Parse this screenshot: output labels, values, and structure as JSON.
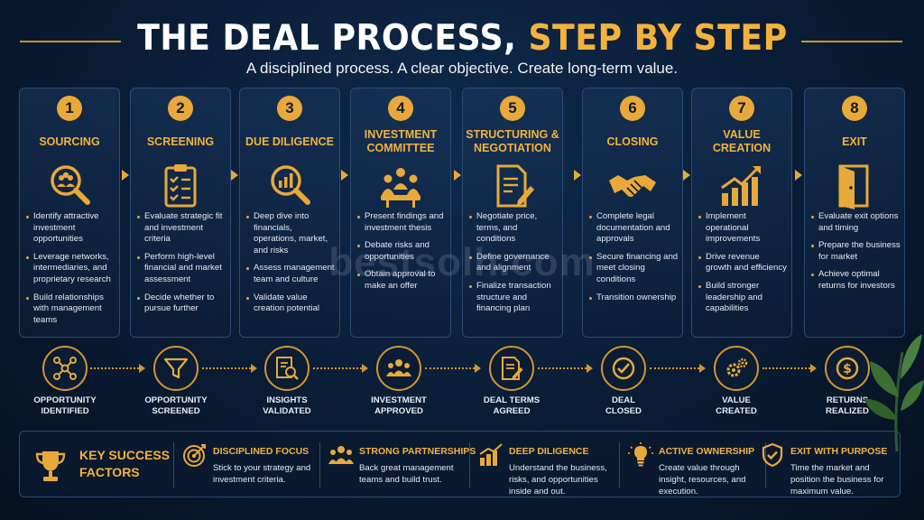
{
  "header": {
    "title_main": "THE DEAL PROCESS,",
    "title_accent": "STEP BY STEP",
    "subtitle": "A disciplined process. A clear objective. Create long-term value."
  },
  "watermark": "bestsolh.com",
  "colors": {
    "accent": "#f3b23c",
    "background": "#0a1c35",
    "card_border": "#2c4c74"
  },
  "steps": [
    {
      "number": "1",
      "title": "SOURCING",
      "icon": "magnifier-people-icon",
      "bullets": [
        "Identify attractive investment opportunities",
        "Leverage networks, intermediaries, and proprietary research",
        "Build relationships with management teams"
      ]
    },
    {
      "number": "2",
      "title": "SCREENING",
      "icon": "clipboard-checklist-icon",
      "bullets": [
        "Evaluate strategic fit and investment criteria",
        "Perform high-level financial and market assessment",
        "Decide whether to pursue further"
      ]
    },
    {
      "number": "3",
      "title": "DUE DILIGENCE",
      "icon": "magnifier-chart-icon",
      "bullets": [
        "Deep dive into financials, operations, market, and risks",
        "Assess management team and culture",
        "Validate value creation potential"
      ]
    },
    {
      "number": "4",
      "title": "INVESTMENT COMMITTEE",
      "icon": "meeting-table-icon",
      "bullets": [
        "Present findings and investment thesis",
        "Debate risks and opportunities",
        "Obtain approval to make an offer"
      ]
    },
    {
      "number": "5",
      "title": "STRUCTURING & NEGOTIATION",
      "icon": "document-pen-icon",
      "bullets": [
        "Negotiate price, terms, and conditions",
        "Define governance and alignment",
        "Finalize transaction structure and financing plan"
      ]
    },
    {
      "number": "6",
      "title": "CLOSING",
      "icon": "handshake-icon",
      "bullets": [
        "Complete legal documentation and approvals",
        "Secure financing and meet closing conditions",
        "Transition ownership"
      ]
    },
    {
      "number": "7",
      "title": "VALUE CREATION",
      "icon": "growth-chart-icon",
      "bullets": [
        "Implement operational improvements",
        "Drive revenue growth and efficiency",
        "Build stronger leadership and capabilities"
      ]
    },
    {
      "number": "8",
      "title": "EXIT",
      "icon": "door-exit-icon",
      "bullets": [
        "Evaluate exit options and timing",
        "Prepare the business for market",
        "Achieve optimal returns for investors"
      ]
    }
  ],
  "milestones": [
    {
      "line1": "OPPORTUNITY",
      "line2": "IDENTIFIED",
      "icon": "network-nodes-icon"
    },
    {
      "line1": "OPPORTUNITY",
      "line2": "SCREENED",
      "icon": "funnel-icon"
    },
    {
      "line1": "INSIGHTS",
      "line2": "VALIDATED",
      "icon": "document-search-icon"
    },
    {
      "line1": "INVESTMENT",
      "line2": "APPROVED",
      "icon": "group-icon"
    },
    {
      "line1": "DEAL TERMS",
      "line2": "AGREED",
      "icon": "contract-icon"
    },
    {
      "line1": "DEAL",
      "line2": "CLOSED",
      "icon": "check-circle-icon"
    },
    {
      "line1": "VALUE",
      "line2": "CREATED",
      "icon": "gears-icon"
    },
    {
      "line1": "RETURNS",
      "line2": "REALIZED",
      "icon": "dollar-icon"
    }
  ],
  "key_success_factors": {
    "heading_line1": "KEY SUCCESS",
    "heading_line2": "FACTORS",
    "items": [
      {
        "title": "DISCIPLINED FOCUS",
        "desc": "Stick to your strategy and investment criteria.",
        "icon": "target-icon"
      },
      {
        "title": "STRONG PARTNERSHIPS",
        "desc": "Back great management teams and build trust.",
        "icon": "team-icon"
      },
      {
        "title": "DEEP DILIGENCE",
        "desc": "Understand the business, risks, and opportunities inside and out.",
        "icon": "bar-chart-icon"
      },
      {
        "title": "ACTIVE OWNERSHIP",
        "desc": "Create value through insight, resources, and execution.",
        "icon": "lightbulb-icon"
      },
      {
        "title": "EXIT WITH PURPOSE",
        "desc": "Time the market and position the business for maximum value.",
        "icon": "shield-check-icon"
      }
    ]
  }
}
